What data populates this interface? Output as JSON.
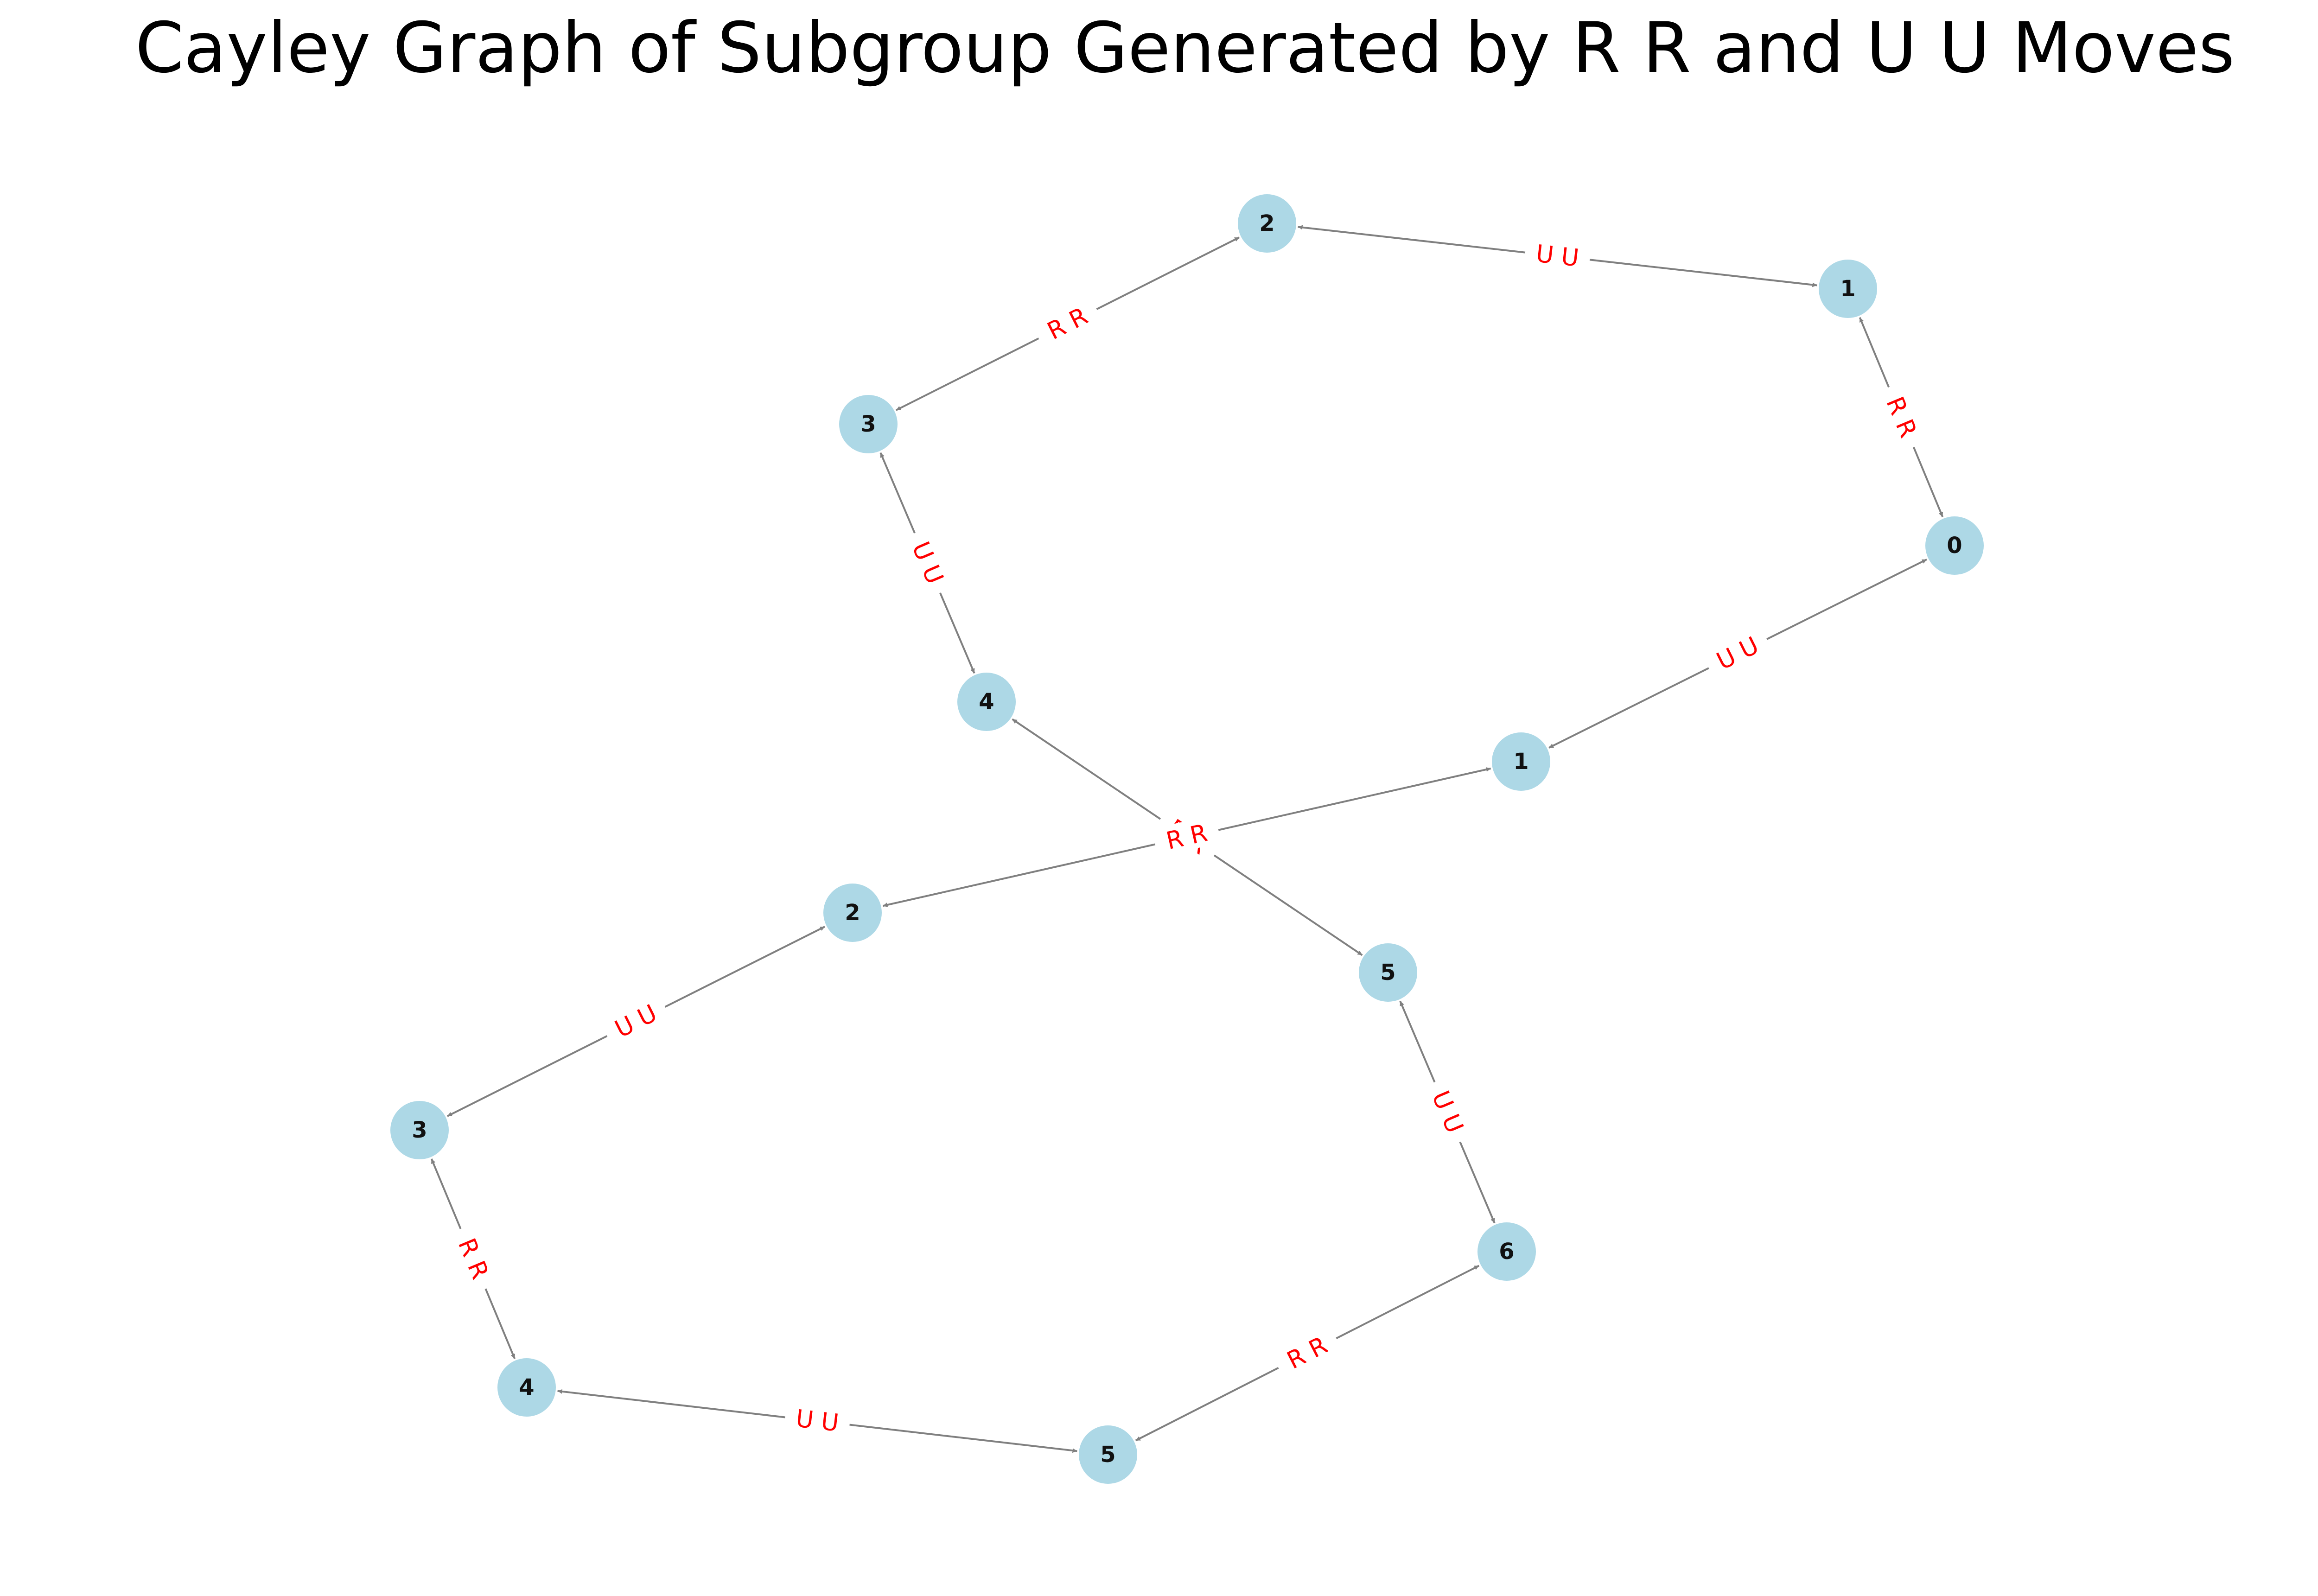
{
  "title": "Cayley Graph of Subgroup Generated by R R and U U Moves",
  "colors": {
    "node_fill": "#add8e6",
    "edge_stroke": "#808080",
    "edge_label": "#ff0000",
    "node_text": "#111111",
    "background": "#ffffff"
  },
  "nodes": [
    {
      "id": "top-2",
      "label": "2"
    },
    {
      "id": "top-1",
      "label": "1"
    },
    {
      "id": "top-3",
      "label": "3"
    },
    {
      "id": "top-0",
      "label": "0"
    },
    {
      "id": "mid-4",
      "label": "4"
    },
    {
      "id": "mid-1",
      "label": "1"
    },
    {
      "id": "mid-2",
      "label": "2"
    },
    {
      "id": "mid-5",
      "label": "5"
    },
    {
      "id": "bot-3",
      "label": "3"
    },
    {
      "id": "bot-6",
      "label": "6"
    },
    {
      "id": "bot-4",
      "label": "4"
    },
    {
      "id": "bot-5",
      "label": "5"
    }
  ],
  "edges": [
    {
      "source": "top-1",
      "target": "top-2",
      "label": "U U"
    },
    {
      "source": "top-2",
      "target": "top-3",
      "label": "R R"
    },
    {
      "source": "top-1",
      "target": "top-0",
      "label": "R R"
    },
    {
      "source": "top-3",
      "target": "mid-4",
      "label": "U U"
    },
    {
      "source": "top-0",
      "target": "mid-1",
      "label": "U U"
    },
    {
      "source": "mid-4",
      "target": "mid-5",
      "label": "R R"
    },
    {
      "source": "mid-1",
      "target": "mid-2",
      "label": "R R"
    },
    {
      "source": "mid-2",
      "target": "bot-3",
      "label": "U U"
    },
    {
      "source": "mid-5",
      "target": "bot-6",
      "label": "U U"
    },
    {
      "source": "bot-3",
      "target": "bot-4",
      "label": "R R"
    },
    {
      "source": "bot-6",
      "target": "bot-5",
      "label": "R R"
    },
    {
      "source": "bot-4",
      "target": "bot-5",
      "label": "U U"
    }
  ]
}
